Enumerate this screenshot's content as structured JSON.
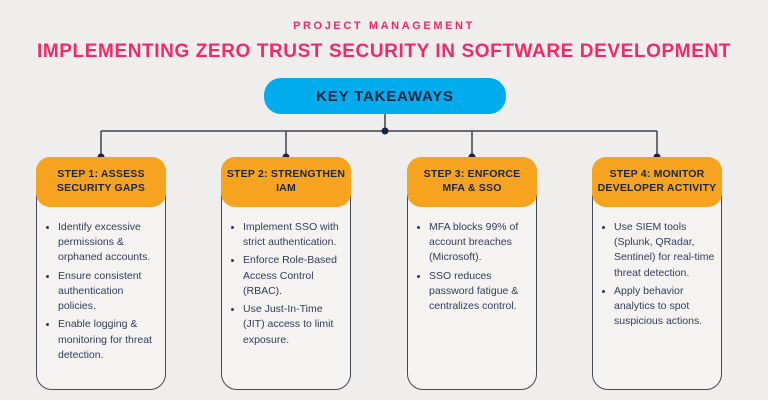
{
  "colors": {
    "page_bg": "#EFEEEC",
    "accent_pink": "#EF2A66",
    "banner_blue": "#00ACEC",
    "header_orange": "#F6A41F",
    "ink_navy": "#1B2440",
    "body_text": "#333C58",
    "connector_line": "#3C4251",
    "card_bg": "#F4F3F1",
    "card_border": "#434A5A"
  },
  "header": {
    "eyebrow": "PROJECT MANAGEMENT",
    "title": "IMPLEMENTING ZERO TRUST SECURITY IN SOFTWARE DEVELOPMENT"
  },
  "banner": {
    "label": "KEY TAKEAWAYS"
  },
  "steps": [
    {
      "title": "STEP 1: ASSESS SECURITY GAPS",
      "bullets": [
        "Identify excessive permissions & orphaned accounts.",
        "Ensure consistent authentication policies.",
        "Enable logging & monitoring for threat detection."
      ]
    },
    {
      "title": "STEP 2: STRENGTHEN IAM",
      "bullets": [
        "Implement SSO with strict authentication.",
        "Enforce Role-Based Access Control (RBAC).",
        "Use Just-In-Time (JIT) access to limit exposure."
      ]
    },
    {
      "title": "STEP 3: ENFORCE MFA & SSO",
      "bullets": [
        "MFA blocks 99% of account breaches (Microsoft).",
        "SSO reduces password fatigue & centralizes control."
      ]
    },
    {
      "title": "STEP 4: MONITOR DEVELOPER ACTIVITY",
      "bullets": [
        "Use SIEM tools (Splunk, QRadar, Sentinel) for real-time threat detection.",
        "Apply behavior analytics to spot suspicious actions."
      ]
    }
  ]
}
